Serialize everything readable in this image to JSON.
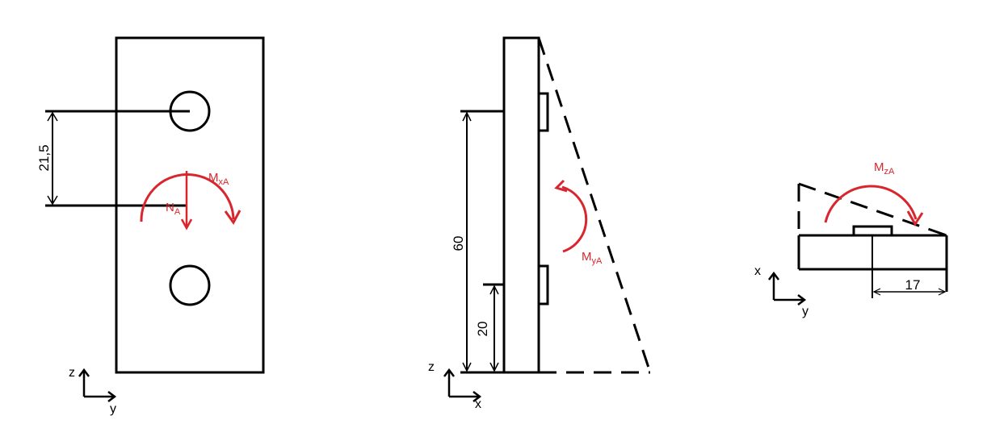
{
  "colors": {
    "line": "#000000",
    "load": "#d9262e",
    "background": "#ffffff"
  },
  "front_view": {
    "dimension_label": "21,5",
    "moment_label": {
      "main": "M",
      "sub": "xA"
    },
    "normal_force_label": {
      "main": "N",
      "sub": "A"
    },
    "axes": {
      "vertical": "z",
      "horizontal": "y"
    }
  },
  "side_view": {
    "dimension_long": "60",
    "dimension_short": "20",
    "moment_label": {
      "main": "M",
      "sub": "yA"
    },
    "axes": {
      "vertical": "z",
      "horizontal": "x"
    }
  },
  "top_view": {
    "dimension_label": "17",
    "moment_label": {
      "main": "M",
      "sub": "zA"
    },
    "axes": {
      "vertical": "x",
      "horizontal": "y"
    }
  }
}
